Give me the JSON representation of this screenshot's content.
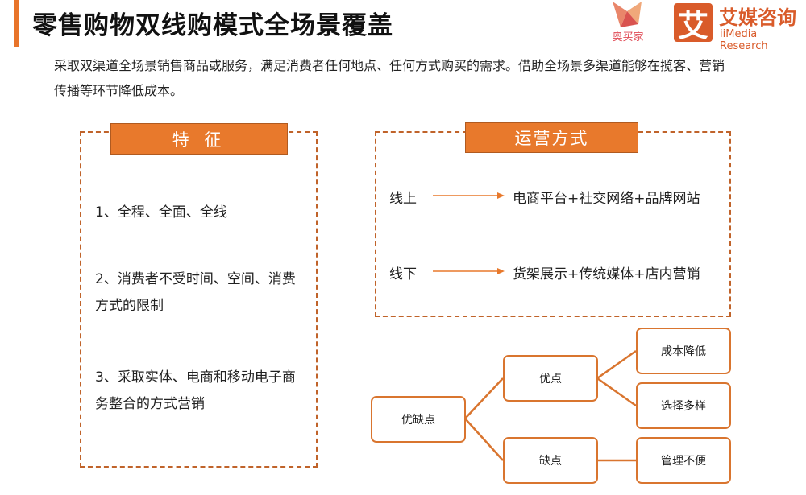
{
  "header": {
    "title": "零售购物双线购模式全场景覆盖"
  },
  "logos": {
    "aomaijia": "奥买家",
    "iimedia_mark": "艾",
    "iimedia_cn": "艾媒咨询",
    "iimedia_en": "iiMedia Research"
  },
  "intro": "采取双渠道全场景销售商品或服务，满足消费者任何地点、任何方式购买的需求。借助全场景多渠道能够在揽客、营销传播等环节降低成本。",
  "features": {
    "title": "特 征",
    "items": [
      "1、全程、全面、全线",
      "2、消费者不受时间、空间、消费方式的限制",
      "3、采取实体、电商和移动电子商务整合的方式营销"
    ]
  },
  "operation": {
    "title": "运营方式",
    "rows": [
      {
        "label": "线上",
        "value": "电商平台+社交网络+品牌网站"
      },
      {
        "label": "线下",
        "value": "货架展示+传统媒体+店内营销"
      }
    ]
  },
  "tree": {
    "root": "优缺点",
    "pros": "优点",
    "cons": "缺点",
    "pro_items": [
      "成本降低",
      "选择多样"
    ],
    "con_items": [
      "管理不便"
    ]
  },
  "colors": {
    "accent": "#E8792C",
    "line": "#D9752F"
  }
}
